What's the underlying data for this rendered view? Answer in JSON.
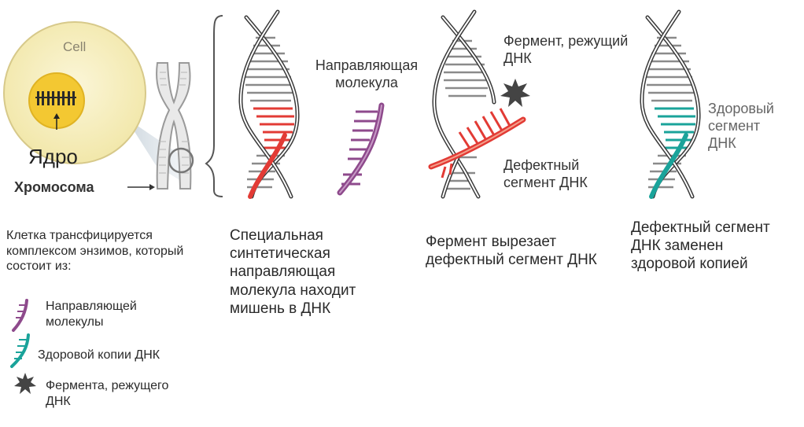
{
  "cell": {
    "label": "Cell"
  },
  "nucleus": {
    "label": "Ядро"
  },
  "chromosome": {
    "label": "Хромосома"
  },
  "guide_molecule": {
    "label": "Направляющая молекула"
  },
  "enzyme": {
    "label": "Фермент, режущий ДНК"
  },
  "defective_segment": {
    "label": "Дефектный сегмент ДНК"
  },
  "healthy_segment": {
    "label": "Здоровый сегмент ДНК"
  },
  "captions": {
    "step1": "Клетка трансфицируется комплексом энзимов, который состоит из:",
    "step2": "Специальная синтетическая направляющая молекула находит мишень в ДНК",
    "step3": "Фермент вырезает дефектный сегмент  ДНК",
    "step4": "Дефектный сегмент ДНК заменен здоровой копией"
  },
  "legend": {
    "items": [
      {
        "label": "Направляющей молекулы",
        "icon": "guide-molecule-icon",
        "color": "#8e4a8c"
      },
      {
        "label": "Здоровой копии ДНК",
        "icon": "healthy-dna-icon",
        "color": "#1aa39a"
      },
      {
        "label": "Фермента, режущего ДНК",
        "icon": "enzyme-star-icon",
        "color": "#444444"
      }
    ]
  },
  "colors": {
    "strand": "#3a3a3a",
    "rung": "#8a8a8a",
    "defect": "#e23b35",
    "guide": "#8e4a8c",
    "healthy": "#1aa39a",
    "cell_fill": "#f7efc2",
    "nucleus_fill": "#f2c531"
  }
}
